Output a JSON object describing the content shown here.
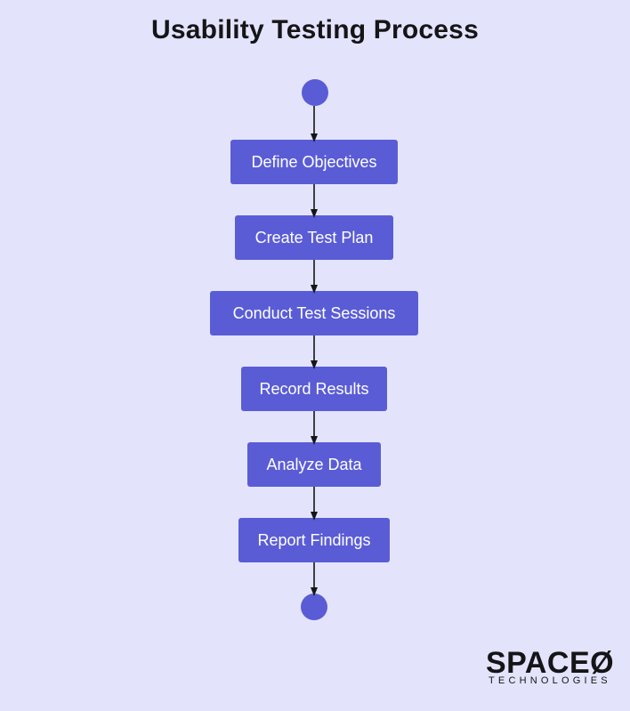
{
  "title": "Usability Testing Process",
  "steps": [
    {
      "label": "Define Objectives"
    },
    {
      "label": "Create Test Plan"
    },
    {
      "label": "Conduct Test Sessions"
    },
    {
      "label": "Record Results"
    },
    {
      "label": "Analyze Data"
    },
    {
      "label": "Report Findings"
    }
  ],
  "logo": {
    "name": "SPACEØ",
    "subtitle": "TECHNOLOGIES"
  },
  "colors": {
    "background": "#e3e4fb",
    "node": "#5a5cd6",
    "text": "#151518",
    "node_text": "#ffffff"
  }
}
